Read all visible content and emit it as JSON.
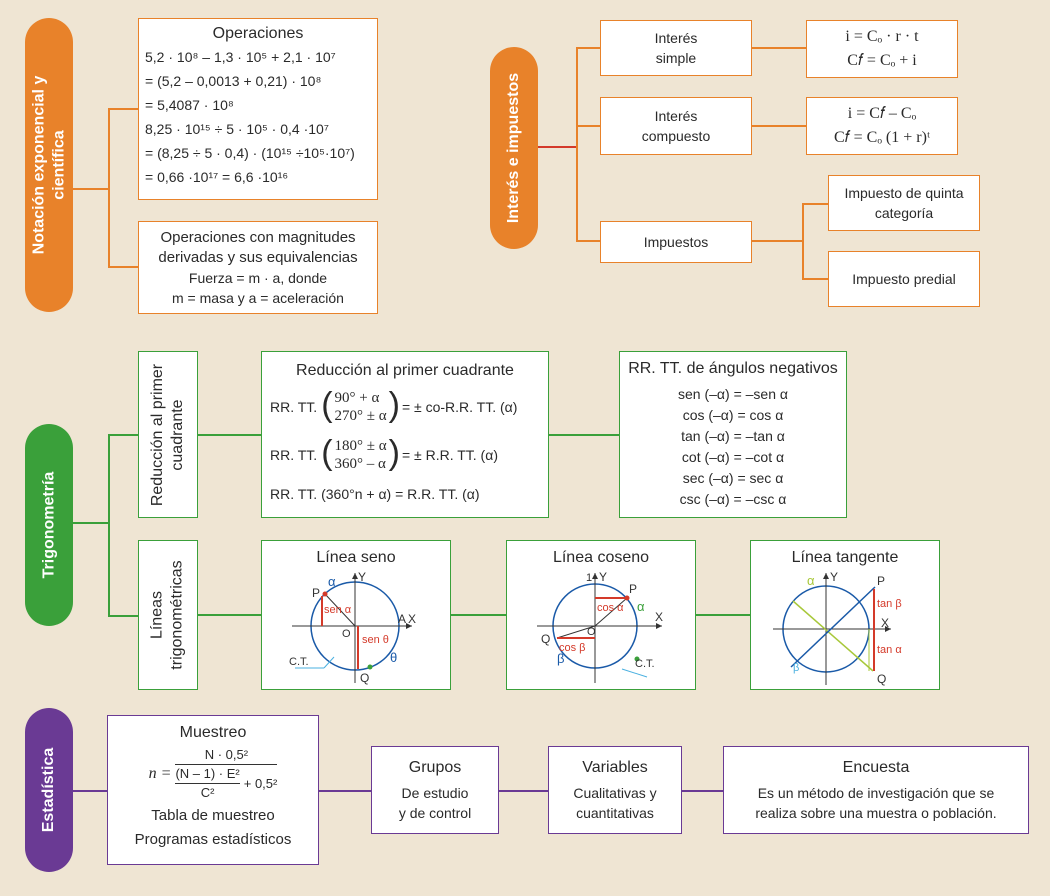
{
  "colors": {
    "orange": "#e8822a",
    "green": "#3aa03a",
    "purple": "#6a3a94",
    "red": "#d43a2a",
    "blue": "#1a5aa8",
    "lime": "#a8c83a",
    "background": "#efe5d3"
  },
  "notacion": {
    "label_line1": "Notación exponencial y",
    "label_line2": "científica",
    "operaciones": {
      "title": "Operaciones",
      "lines": [
        "5,2 · 10⁸ – 1,3 · 10⁵ + 2,1 · 10⁷",
        "= (5,2 – 0,0013 + 0,21) · 10⁸",
        "=  5,4087 · 10⁸",
        "8,25 · 10¹⁵ ÷ 5 · 10⁵ · 0,4 ·10⁷",
        "= (8,25 ÷ 5 · 0,4) · (10¹⁵ ÷10⁵·10⁷)",
        "=  0,66 ·10¹⁷ = 6,6 ·10¹⁶"
      ]
    },
    "magnitudes": {
      "title_line1": "Operaciones con magnitudes",
      "title_line2": "derivadas y sus equivalencias",
      "line1": "Fuerza = m · a,  donde",
      "line2": "m = masa y a = aceleración"
    }
  },
  "interes": {
    "label": "Interés  e impuestos",
    "simple": {
      "line1": "Interés",
      "line2": "simple",
      "formula1": "i = Cₒ · r · t",
      "formula2": "C𝑓 = Cₒ + i"
    },
    "compuesto": {
      "line1": "Interés",
      "line2": "compuesto",
      "formula1": "i = C𝑓 – Cₒ",
      "formula2": "C𝑓 = Cₒ (1 + r)ᵗ"
    },
    "impuestos": {
      "label": "Impuestos",
      "quinta_line1": "Impuesto de quinta",
      "quinta_line2": "categoría",
      "predial": "Impuesto predial"
    }
  },
  "trigonometria": {
    "label": "Trigonometría",
    "reduccion_label_line1": "Reducción al primer",
    "reduccion_label_line2": "cuadrante",
    "lineas_label_line1": "Líneas",
    "lineas_label_line2": "trigonométricas",
    "reduccion": {
      "title": "Reducción al primer cuadrante",
      "rr": "RR. TT.",
      "r1_top": "90° + α",
      "r1_bot": "270° ± α",
      "r1_res": "= ± co-R.R. TT. (α)",
      "r2_top": "180° ± α",
      "r2_bot": "360° – α",
      "r2_res": "= ± R.R. TT. (α)",
      "r3": "RR. TT. (360°n + α) = R.R. TT. (α)"
    },
    "negativos": {
      "title": "RR. TT. de ángulos negativos",
      "lines": [
        "sen (–α) = –sen α",
        "cos (–α) = cos α",
        "tan (–α) = –tan α",
        "cot (–α) = –cot α",
        "sec (–α) = sec α",
        "csc (–α) = –csc α"
      ]
    },
    "seno": {
      "title": "Línea seno",
      "Y": "Y",
      "X": "X",
      "A": "A",
      "P": "P",
      "Q": "Q",
      "O": "O",
      "alpha": "α",
      "theta": "θ",
      "sen_a": "sen α",
      "sen_t": "sen θ",
      "ct": "C.T."
    },
    "coseno": {
      "title": "Línea coseno",
      "Y": "Y",
      "X": "X",
      "one": "1",
      "P": "P",
      "Q": "Q",
      "O": "O",
      "alpha": "α",
      "beta": "β",
      "cos_a": "cos α",
      "cos_b": "cos β",
      "ct": "C.T."
    },
    "tangente": {
      "title": "Línea tangente",
      "Y": "Y",
      "X": "X",
      "P": "P",
      "Q": "Q",
      "alpha": "α",
      "beta": "β",
      "tan_b": "tan β",
      "tan_a": "tan α"
    }
  },
  "estadistica": {
    "label": "Estadística",
    "muestreo": {
      "title": "Muestreo",
      "n": "n =",
      "num": "N · 0,5²",
      "den": "(N – 1) · E²",
      "den2": "C²",
      "plus": "+ 0,5²",
      "tabla": "Tabla de muestreo",
      "programas": "Programas estadísticos"
    },
    "grupos": {
      "title": "Grupos",
      "line1": "De estudio",
      "line2": "y de control"
    },
    "variables": {
      "title": "Variables",
      "line1": "Cualitativas y",
      "line2": "cuantitativas"
    },
    "encuesta": {
      "title": "Encuesta",
      "line1": "Es un método de investigación que se",
      "line2": "realiza sobre una muestra o población."
    }
  }
}
